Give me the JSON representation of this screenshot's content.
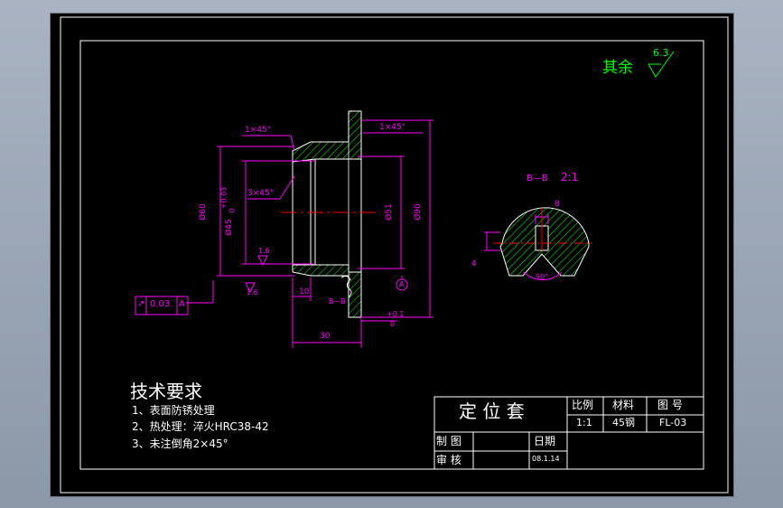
{
  "colors": {
    "background": "#000000",
    "frame": "#ffffff",
    "dimension": "#ff00ff",
    "outline": "#ffffff",
    "hatch": "#00ff00",
    "centerline": "#ff0000",
    "surface_note": "#00ff00"
  },
  "surface_finish": {
    "label": "其余",
    "value": "6.3"
  },
  "main_view": {
    "chamfer_top_left": "1×45°",
    "chamfer_top_right": "1×45°",
    "chamfer_inner": "3×45°",
    "dia_outer": "Ø60",
    "dia_bore": "Ø45",
    "bore_tol_upper": "+0.03",
    "bore_tol_lower": "0",
    "dia_inner_right": "Ø51",
    "dia_flange": "Ø90",
    "roughness_bore": "1.6",
    "datum_left": "1.6",
    "datum_a": "A",
    "len_10": "10",
    "len_30": "30",
    "len_tol_upper": "+0.1",
    "len_tol_lower": "0",
    "section_marker": "B—B"
  },
  "tolerance_frame": {
    "symbol": "↗",
    "value": "0.03",
    "datum": "A"
  },
  "section_view": {
    "label": "B—B",
    "scale": "2:1",
    "width_dim": "8",
    "height_dim": "4",
    "angle_dim": "90°"
  },
  "tech_requirements": {
    "title": "技术要求",
    "items": [
      "1、表面防锈处理",
      "2、热处理：淬火HRC38-42",
      "3、未注倒角2×45°"
    ]
  },
  "title_block": {
    "part_name": "定 位 套",
    "col_scale": "比例",
    "col_material": "材料",
    "col_drawing_no": "图  号",
    "scale_value": "1:1",
    "material_value": "45钢",
    "drawing_no_value": "FL-03",
    "drawn_label": "制  图",
    "checked_label": "审  核",
    "date_label": "日期",
    "date_value": "08.1.14"
  }
}
